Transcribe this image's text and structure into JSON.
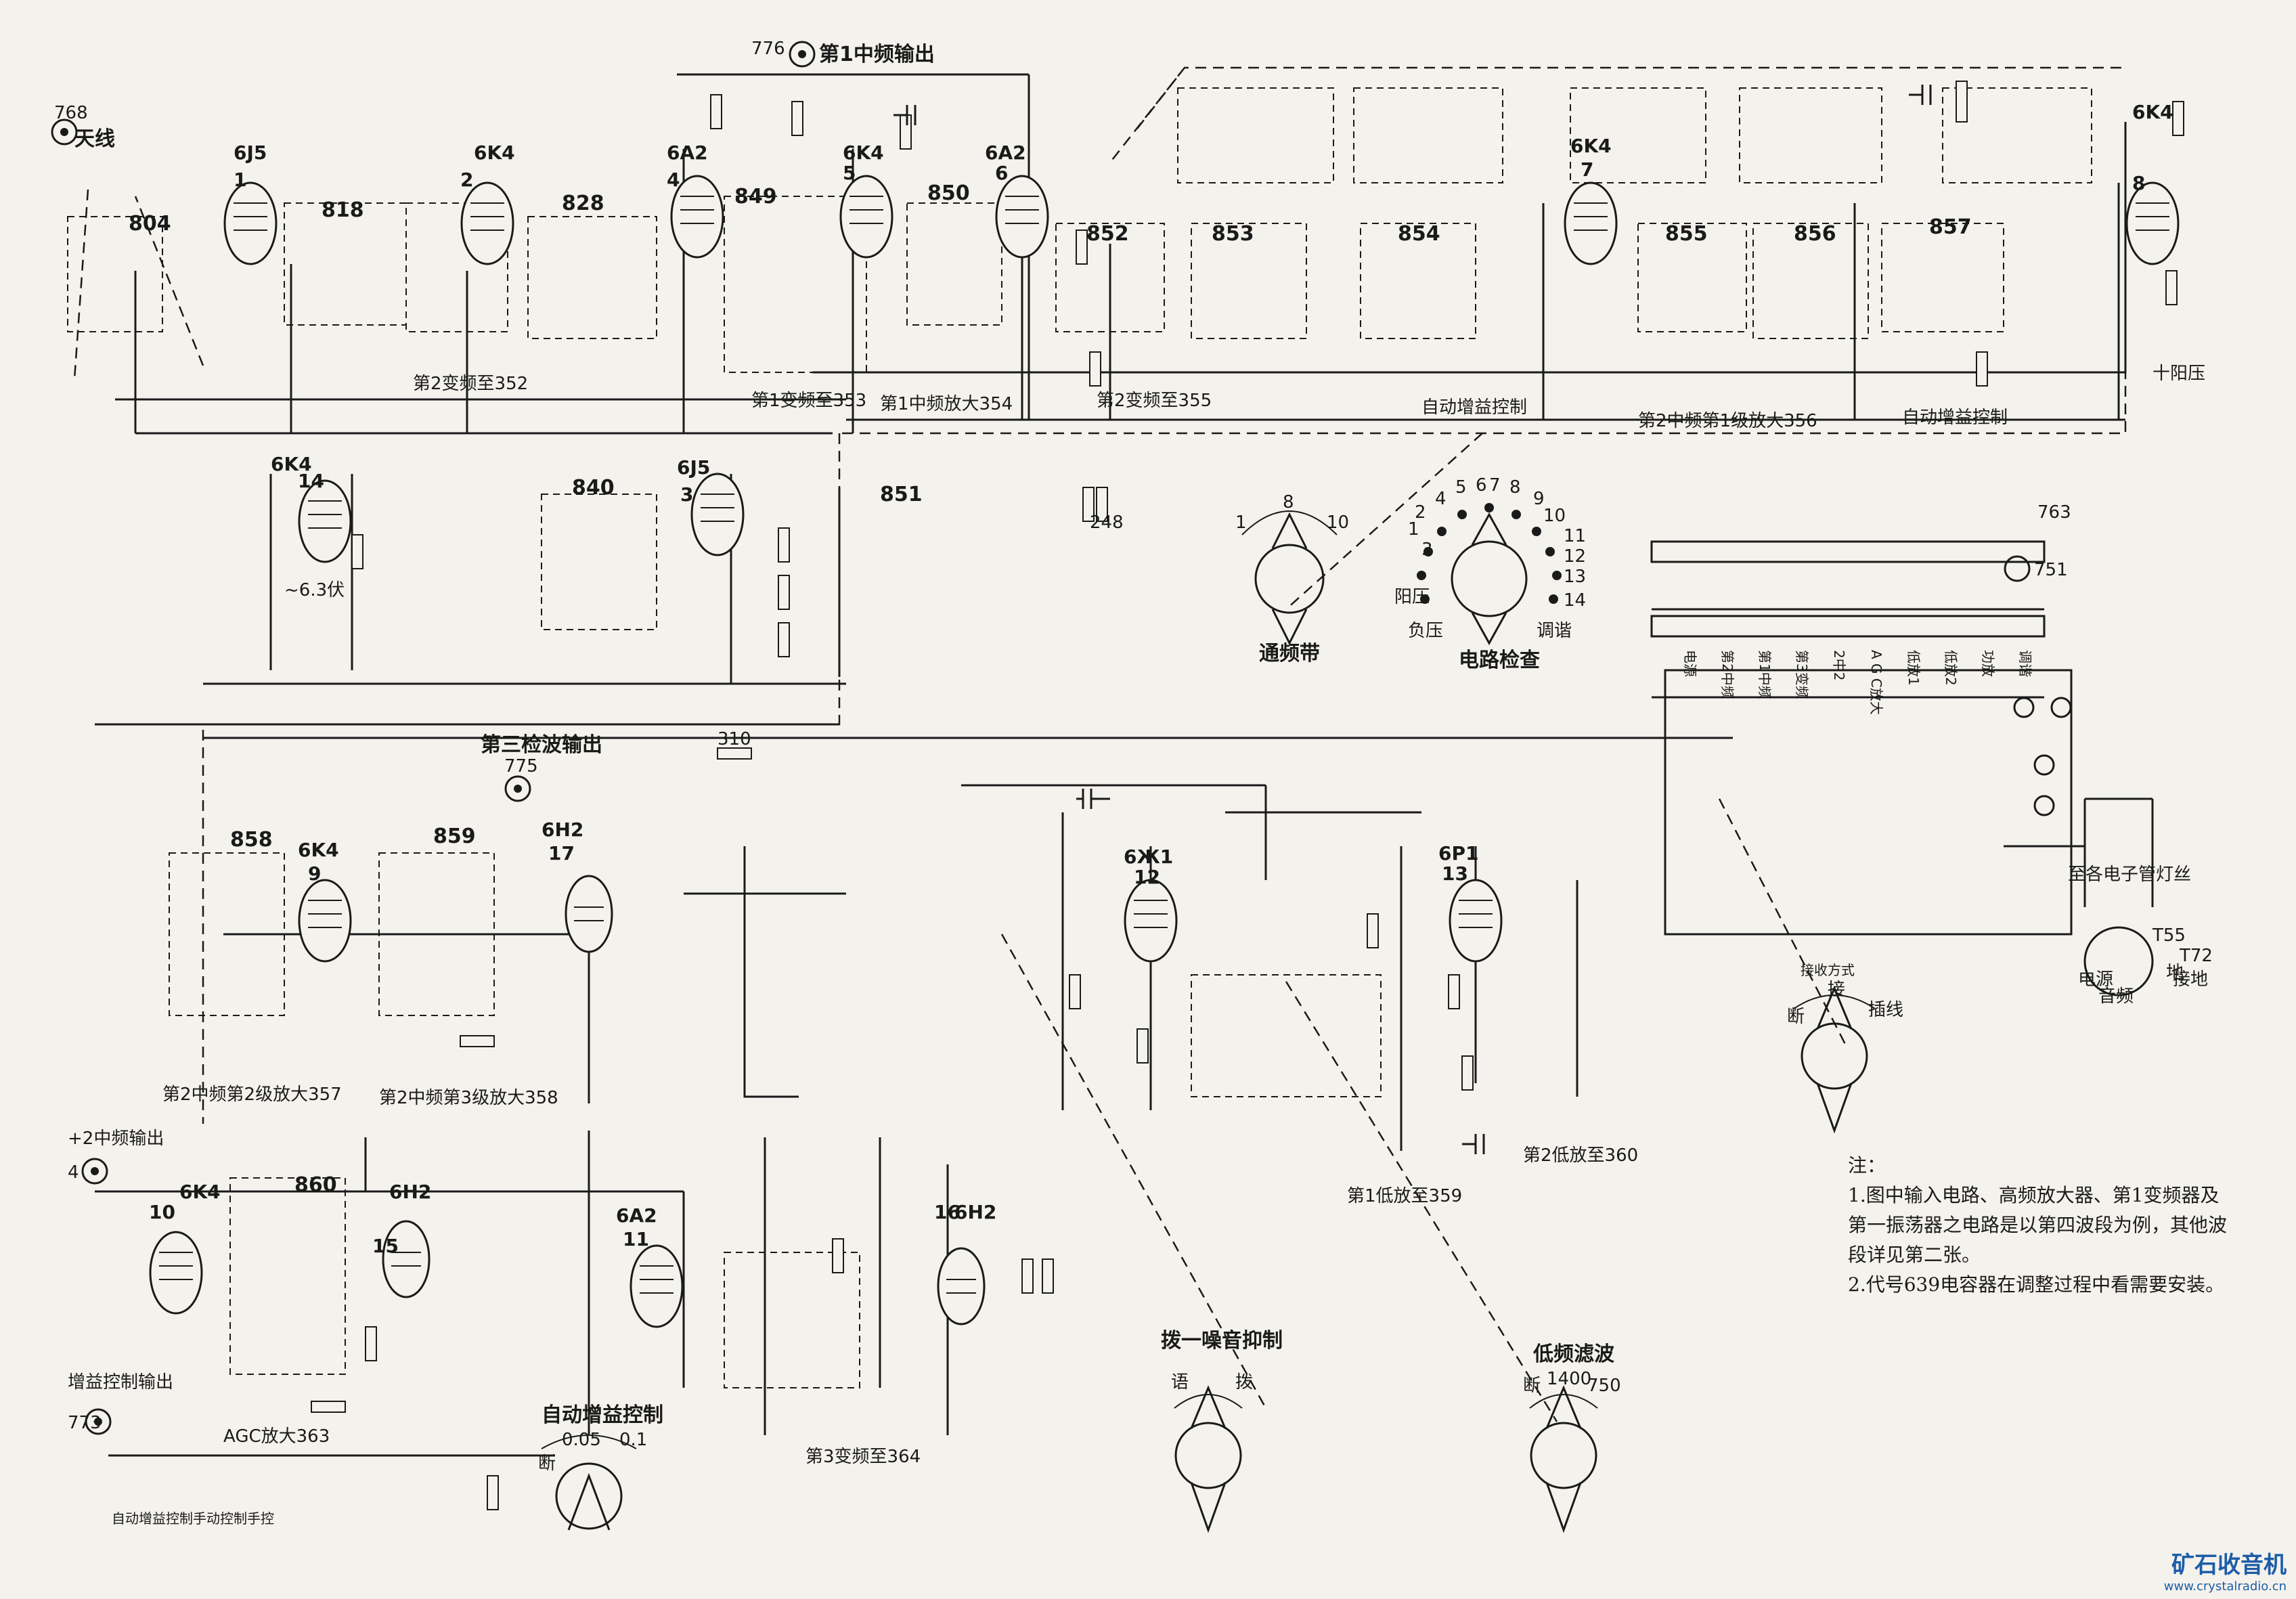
{
  "diagram": {
    "antenna_label": "天线",
    "antenna_jack": "768",
    "if1_out_label": "第1中频输出",
    "if1_out_jack": "776",
    "det3_out_label": "第三检波输出",
    "det3_out_jack": "775",
    "if2_out_label": "+2中频输出",
    "if2_out_jack": "4",
    "agc_out_label": "增益控制输出",
    "agc_out_jack": "773",
    "tubes": [
      {
        "num": "1",
        "type": "6J5"
      },
      {
        "num": "2",
        "type": "6K4"
      },
      {
        "num": "4",
        "type": "6A2"
      },
      {
        "num": "5",
        "type": "6K4"
      },
      {
        "num": "6",
        "type": "6A2"
      },
      {
        "num": "7",
        "type": "6K4"
      },
      {
        "num": "8",
        "type": "6K4"
      },
      {
        "num": "14",
        "type": "6K4"
      },
      {
        "num": "3",
        "type": "6J5"
      },
      {
        "num": "9",
        "type": "6K4"
      },
      {
        "num": "17",
        "type": "6H2"
      },
      {
        "num": "12",
        "type": "6Ж1"
      },
      {
        "num": "13",
        "type": "6P1"
      },
      {
        "num": "10",
        "type": "6K4"
      },
      {
        "num": "15",
        "type": "6H2"
      },
      {
        "num": "11",
        "type": "6A2"
      },
      {
        "num": "16",
        "type": "6H2"
      }
    ],
    "coils": [
      "804",
      "818",
      "828",
      "849",
      "850",
      "852",
      "853",
      "854",
      "855",
      "856",
      "857",
      "840",
      "851",
      "858",
      "859",
      "860"
    ],
    "stage_labels": [
      "第2变频至352",
      "第1变频至353",
      "第1中频放大354",
      "第2变频至355",
      "自动增益控制",
      "第2中频第1级放大356",
      "自动增益控制",
      "第2中频第2级放大357",
      "第2中频第3级放大358",
      "第1低放至359",
      "第2低放至360",
      "第3变频至364",
      "AGC放大363",
      "自动增益控制手动控制手控"
    ],
    "misc_labels": [
      "十阳压",
      "~6.3伏",
      "248",
      "310",
      "地",
      "音频",
      "至各电子管灯丝",
      "T55",
      "T72",
      "接地",
      "电源",
      "763",
      "751"
    ],
    "switches": [
      {
        "name": "通频带",
        "marks": [
          "1",
          "8",
          "10"
        ]
      },
      {
        "name": "电路检查",
        "marks": [
          "1",
          "2",
          "3",
          "4",
          "5",
          "6",
          "7",
          "8",
          "9",
          "10",
          "11",
          "12",
          "13",
          "14"
        ],
        "side_labels": [
          "阳压",
          "负压",
          "调谐"
        ]
      },
      {
        "name": "自动增益控制",
        "marks": [
          "0.05",
          "0.1",
          "断"
        ]
      },
      {
        "name": "拨一噪音抑制",
        "marks": [
          "语",
          "拨"
        ]
      },
      {
        "name": "低频滤波",
        "marks": [
          "断",
          "1400",
          "750"
        ]
      },
      {
        "name": "接收方式",
        "marks": [
          "断",
          "接",
          "插线"
        ]
      }
    ],
    "meter_strip_labels": [
      "电源",
      "第2中频",
      "第1中频",
      "第3变频",
      "2中2",
      "A G C放大",
      "低放1",
      "低放2",
      "功放",
      "调谐"
    ]
  },
  "notes": {
    "head": "注：",
    "items": [
      "1.图中输入电路、高频放大器、第1变频器及第一振荡器之电路是以第四波段为例，其他波段详见第二张。",
      "2.代号639电容器在调整过程中看需要安装。"
    ]
  },
  "watermark": {
    "title": "矿石收音机",
    "url": "www.crystalradio.cn"
  }
}
